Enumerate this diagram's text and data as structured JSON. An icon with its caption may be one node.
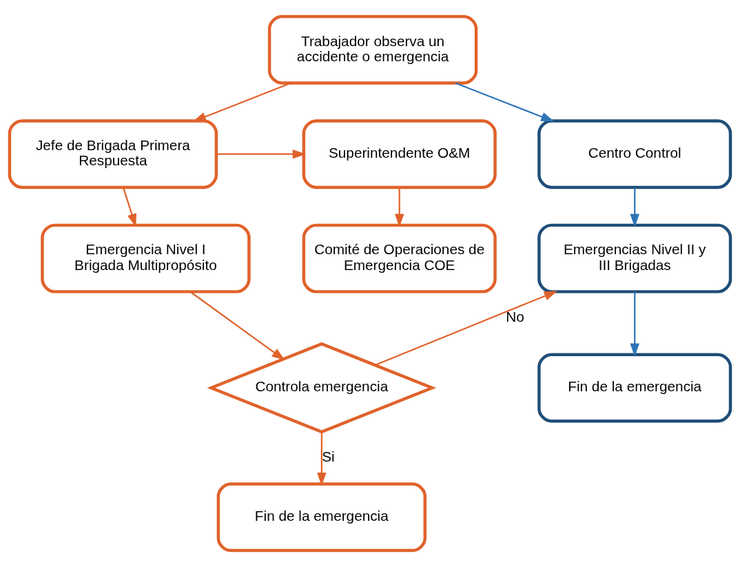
{
  "diagram": {
    "nodes": [
      {
        "text": [
          "Trabajador observa un accidente o emergencia"
        ]
      },
      {
        "text": [
          "Superintendente O&M"
        ]
      },
      {
        "text": [
          "Jefe de Brigada Primera Respuesta"
        ]
      },
      {
        "text": [
          "Centro Control"
        ]
      },
      {
        "text": [
          "Comité de Operaciones de Emergencia COE"
        ]
      },
      {
        "text": [
          "Emergencia Nivel I Brigada Multipropósito"
        ]
      },
      {
        "text": [
          "Emergencias Nivel II y III Brigadas"
        ]
      },
      {
        "text": [
          "Controla emergencia"
        ]
      },
      {
        "text": [
          "Fin de la emergencia"
        ]
      },
      {
        "text": [
          "Fin de la emergencia"
        ]
      }
    ],
    "edges": [
      {
        "from": 0,
        "to": 2,
        "arrow": "to"
      },
      {
        "from": 0,
        "to": 3,
        "arrow": "to",
        "color": "#2e75b6"
      },
      {
        "from": 2,
        "to": 1,
        "arrow": "to"
      },
      {
        "from": 1,
        "to": 4,
        "arrow": "to"
      },
      {
        "from": 2,
        "to": 5,
        "arrow": "to"
      },
      {
        "from": 3,
        "to": 6,
        "arrow": "to",
        "color": "#2e75b6"
      },
      {
        "from": 6,
        "to": 8,
        "arrow": "to",
        "color": "#2e75b6"
      },
      {
        "from": 5,
        "to": 7,
        "arrow": "to"
      },
      {
        "from": 7,
        "to": 6,
        "arrow": "to",
        "label": "No"
      },
      {
        "from": 7,
        "to": 9,
        "arrow": "to",
        "label": "Si"
      }
    ]
  }
}
